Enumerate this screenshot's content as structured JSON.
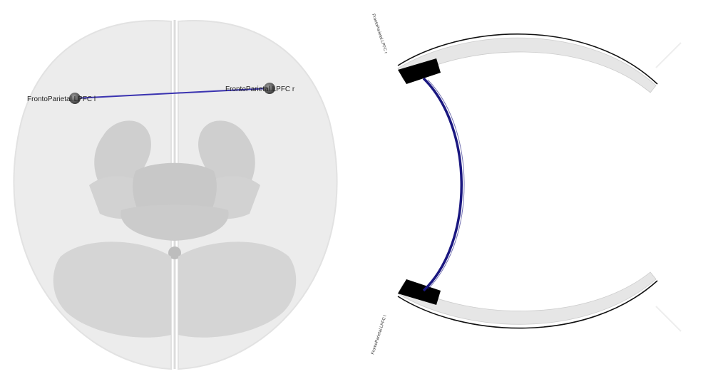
{
  "brain_view": {
    "nodes": [
      {
        "label": "FrontoParietal.LPFC l"
      },
      {
        "label": "FrontoParietal.LPFC r"
      }
    ],
    "edge_color": "#3a33b0"
  },
  "connectogram": {
    "segments": [
      {
        "label": "FrontoParietal.LPFC l"
      },
      {
        "label": "FrontoParietal.LPFC r"
      }
    ],
    "chord_color": "#1a1780",
    "segment_color": "#000000",
    "ring_color": "#e6e6e6"
  }
}
